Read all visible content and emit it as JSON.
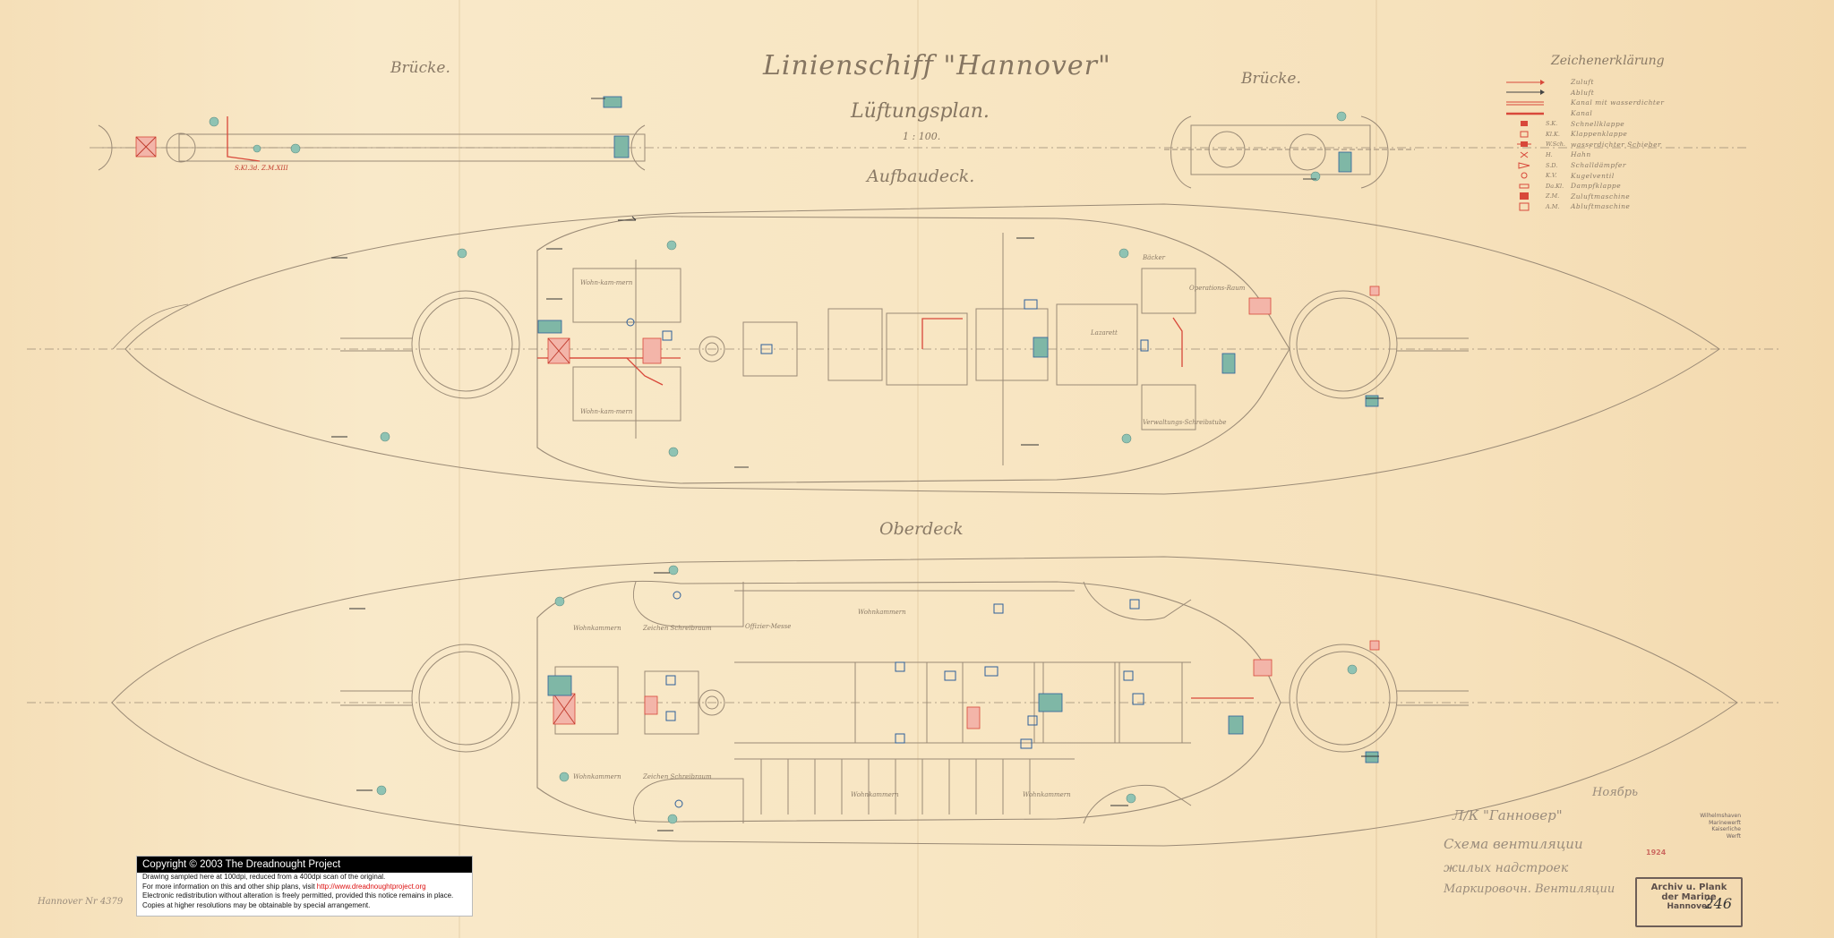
{
  "title": "Linienschiff \"Hannover\"",
  "subtitle": "Lüftungsplan.",
  "scale": "1 : 100.",
  "decks": {
    "superstructure": "Aufbaudeck.",
    "upper": "Oberdeck"
  },
  "bridge_left": "Brücke.",
  "bridge_right": "Brücke.",
  "legend": {
    "title": "Zeichenerklärung",
    "items": [
      {
        "code": "",
        "text": "Zuluft",
        "symbol": "arrow-red-icon"
      },
      {
        "code": "",
        "text": "Abluft",
        "symbol": "arrow-dark-icon"
      },
      {
        "code": "",
        "text": "Kanal mit wasserdichter",
        "symbol": "channel-watertight-icon"
      },
      {
        "code": "",
        "text": "Kanal",
        "symbol": "channel-icon"
      },
      {
        "code": "S.K.",
        "text": "Schnellklappe",
        "symbol": "quick-flap-icon"
      },
      {
        "code": "Kl.K.",
        "text": "Klappenklappe",
        "symbol": "flap-icon"
      },
      {
        "code": "W.Sch.",
        "text": "wasserdichter Schieber",
        "symbol": "slide-valve-icon"
      },
      {
        "code": "H.",
        "text": "Hahn",
        "symbol": "cock-icon"
      },
      {
        "code": "S.D.",
        "text": "Schalldämpfer",
        "symbol": "silencer-icon"
      },
      {
        "code": "K.V.",
        "text": "Kugelventil",
        "symbol": "ball-valve-icon"
      },
      {
        "code": "Da.Kl.",
        "text": "Dampfklappe",
        "symbol": "steam-flap-icon"
      },
      {
        "code": "Z.M.",
        "text": "Zuluftmaschine",
        "symbol": "supply-fan-icon"
      },
      {
        "code": "A.M.",
        "text": "Abluftmaschine",
        "symbol": "exhaust-fan-icon"
      }
    ]
  },
  "rooms_superstructure": [
    "Wohn-kam-mern",
    "Wohn-kam-mern",
    "Bäcker",
    "Lazarett",
    "Verwaltungs-Schreibstube",
    "Operations-Raum"
  ],
  "rooms_upper": [
    "Offizier-Messe",
    "Wohnkammern",
    "Wohnkammern",
    "Wohnkammern",
    "Zeichen Schreibraum",
    "Zeichen Schreibraum",
    "Wohnkammern",
    "Wohnkammern"
  ],
  "copyright": {
    "heading": "Copyright © 2003 The Dreadnought Project",
    "line1": "Drawing sampled here at 100dpi, reduced from a 400dpi scan of the original.",
    "line2_prefix": "For more information on this and other ship plans, visit ",
    "line2_link": "http://www.dreadnoughtproject.org",
    "line3": "Electronic redistribution without alteration is freely permitted, provided this notice remains in place.",
    "line4": "Copies at higher resolutions may be obtainable by special arrangement."
  },
  "stamp_archive": {
    "line1": "Archiv u. Plank",
    "line2": "der Marine",
    "line3": "Hannover",
    "number": "246"
  },
  "stamp_small": [
    "Wilhelmshaven",
    "Marinewerft",
    "Kaiserliche",
    "Werft"
  ],
  "stamp_red": "1924",
  "drawing_number": "Hannover Nr 4379",
  "russian_notes": [
    "Ноябрь",
    "Л/К \"Ганновер\"",
    "Схема вентиляции",
    "жилых надстроек",
    "Маркировочн. Вентиляции"
  ],
  "colors": {
    "paper": "#f7e6c4",
    "ink": "#8a7a66",
    "red": "#d84a3a",
    "blue": "#2e5f9a",
    "teal": "#7fb7a6"
  }
}
